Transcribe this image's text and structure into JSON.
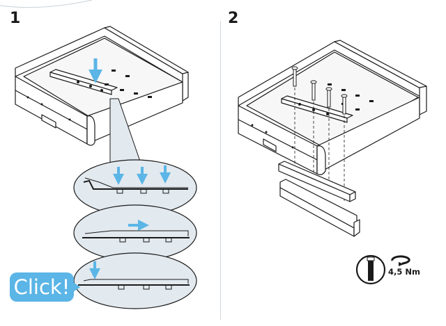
{
  "steps": {
    "step1": {
      "number": "1",
      "badge": "Click!"
    },
    "step2": {
      "number": "2",
      "torque": "4,5 Nm"
    }
  },
  "colors": {
    "arrow": "#5bb5e6",
    "bubble_fill": "#e2e9ef",
    "line": "#1a1a1a",
    "badge": "#5bb5e6"
  },
  "icons": [
    "arrow-down-icon",
    "arrow-right-icon",
    "torque-screw-icon",
    "rotation-icon"
  ]
}
